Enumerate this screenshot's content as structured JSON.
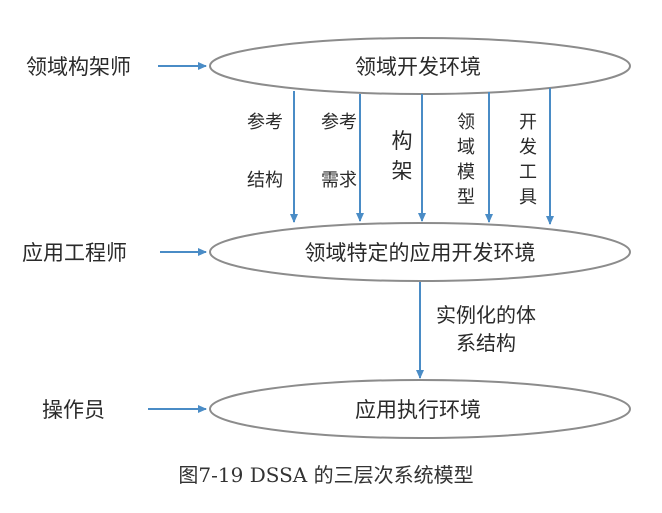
{
  "roles": {
    "architect": "领域构架师",
    "engineer": "应用工程师",
    "operator": "操作员"
  },
  "environments": {
    "domain_dev": "领域开发环境",
    "domain_specific_dev": "领域特定的应用开发环境",
    "execution": "应用执行环境"
  },
  "artifacts": [
    {
      "label": "参考结构",
      "lines": [
        "参考",
        "结构"
      ]
    },
    {
      "label": "参考需求",
      "lines": [
        "参考",
        "需求"
      ]
    },
    {
      "label": "构架",
      "lines": [
        "构",
        "架"
      ]
    },
    {
      "label": "领域模型",
      "lines": [
        "领",
        "域",
        "模",
        "型"
      ]
    },
    {
      "label": "开发工具",
      "lines": [
        "开",
        "发",
        "工",
        "具"
      ]
    }
  ],
  "instantiation": {
    "line1": "实例化的体",
    "line2": "系结构"
  },
  "caption": "图7-19 DSSA 的三层次系统模型",
  "colors": {
    "arrow": "#4a8cc6",
    "ellipse_stroke": "#8c8c8c",
    "text": "#2a2a2a"
  }
}
